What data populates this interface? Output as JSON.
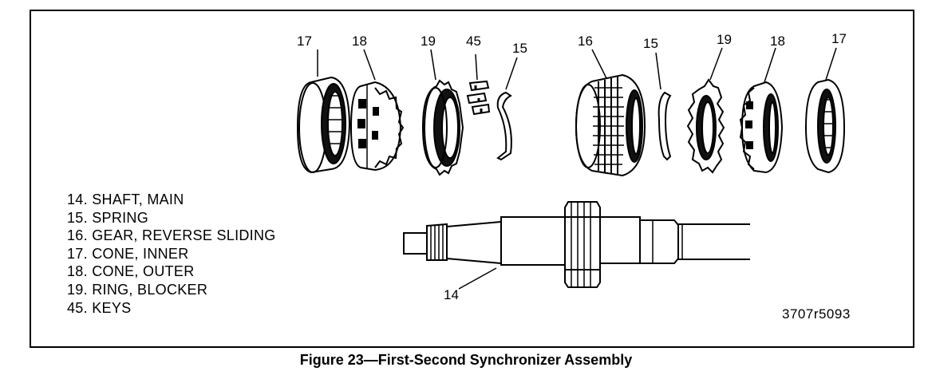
{
  "callouts": {
    "c17a": "17",
    "c18a": "18",
    "c19a": "19",
    "c45": "45",
    "c15a": "15",
    "c16": "16",
    "c15b": "15",
    "c19b": "19",
    "c18b": "18",
    "c17b": "17",
    "c14": "14"
  },
  "legend": [
    "14. SHAFT, MAIN",
    "15. SPRING",
    "16. GEAR, REVERSE SLIDING",
    "17. CONE, INNER",
    "18. CONE, OUTER",
    "19. RING, BLOCKER",
    "45. KEYS"
  ],
  "figure_code": "3707r5093",
  "caption": "Figure 23—First-Second Synchronizer Assembly"
}
